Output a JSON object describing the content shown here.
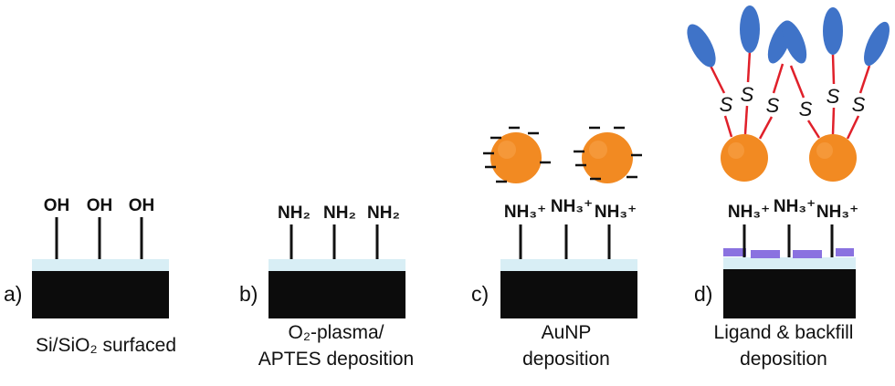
{
  "colors": {
    "substrate": "#0c0c0c",
    "oxide_layer": "#d8eef5",
    "gold_nanoparticle": "#f28a22",
    "ligand_head": "#3f73c8",
    "linker": "#e0202a",
    "backfill": "#8a72e0"
  },
  "icons": [
    "silicon-substrate",
    "silica-layer",
    "gold-nanoparticle",
    "ligand-head",
    "thiol-linker",
    "backfill-molecule",
    "negative-charge"
  ],
  "panels": [
    {
      "letter": "a)",
      "caption": [
        "Si/SiO₂ surfaced"
      ],
      "groups": [
        "OH",
        "OH",
        "OH"
      ]
    },
    {
      "letter": "b)",
      "caption": [
        "O₂-plasma/",
        "APTES deposition"
      ],
      "groups": [
        "NH₂",
        "NH₂",
        "NH₂"
      ]
    },
    {
      "letter": "c)",
      "caption": [
        "AuNP",
        "deposition"
      ],
      "groups": [
        "NH₃⁺",
        "NH₃⁺",
        "NH₃⁺"
      ],
      "nanoparticle_charge": "−"
    },
    {
      "letter": "d)",
      "caption": [
        "Ligand & backfill",
        "deposition"
      ],
      "groups": [
        "NH₃⁺",
        "NH₃⁺",
        "NH₃⁺"
      ],
      "thiol_label": "S"
    }
  ]
}
